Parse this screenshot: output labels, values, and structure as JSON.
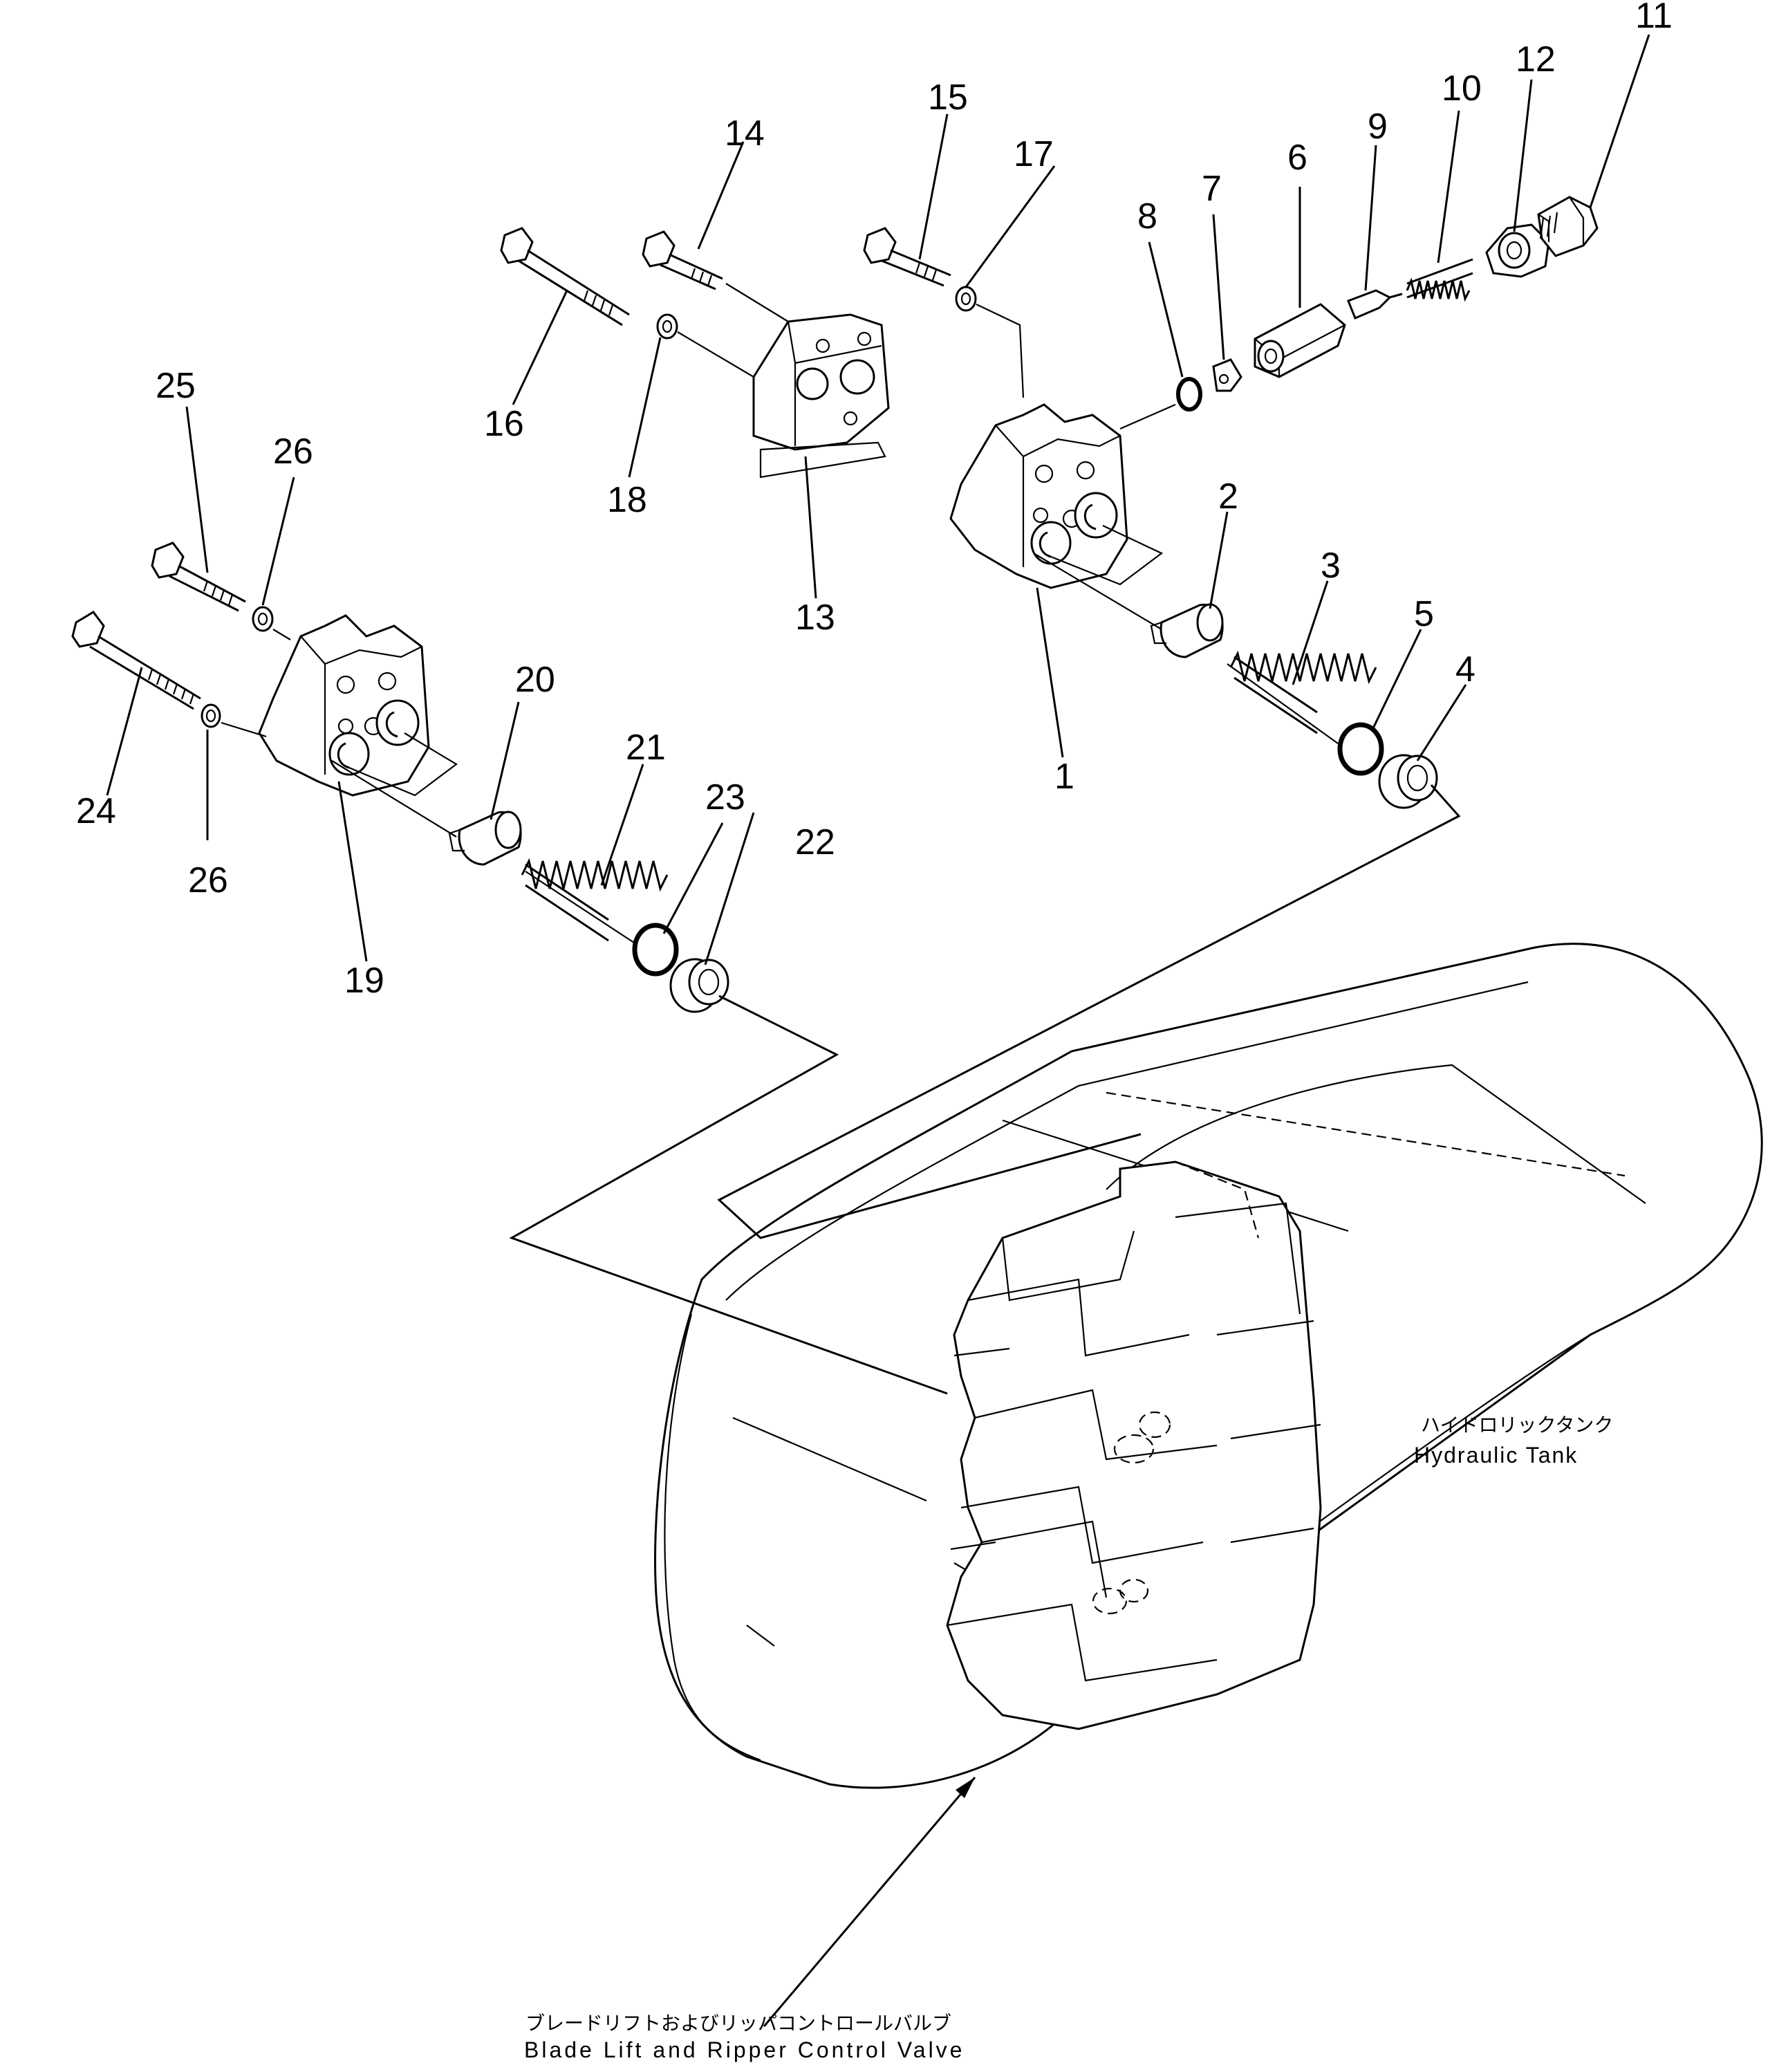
{
  "callouts": {
    "1": "1",
    "2": "2",
    "3": "3",
    "4": "4",
    "5": "5",
    "6": "6",
    "7": "7",
    "8": "8",
    "9": "9",
    "10": "10",
    "11": "11",
    "12": "12",
    "13": "13",
    "14": "14",
    "15": "15",
    "16": "16",
    "17": "17",
    "18": "18",
    "19": "19",
    "20": "20",
    "21": "21",
    "22": "22",
    "23": "23",
    "24": "24",
    "25": "25",
    "26a": "26",
    "26b": "26"
  },
  "labels": {
    "tank_jp": "ハイドロリックタンク",
    "tank_en": "Hydraulic Tank",
    "valve_jp": "ブレードリフトおよびリッパコントロールバルブ",
    "valve_en": "Blade Lift and Ripper Control Valve"
  }
}
